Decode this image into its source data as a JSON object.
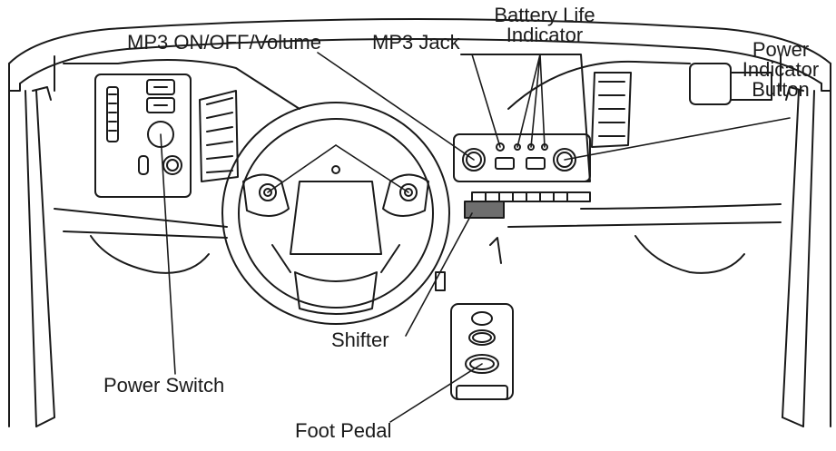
{
  "labels": {
    "mp3_on_off_volume": "MP3 ON/OFF/Volume",
    "mp3_jack": "MP3 Jack",
    "battery_life_line1": "Battery Life",
    "battery_life_line2": "Indicator",
    "power_indicator_line1": "Power",
    "power_indicator_line2": "Indicator",
    "power_indicator_line3": "Button",
    "shifter": "Shifter",
    "power_switch": "Power Switch",
    "foot_pedal": "Foot Pedal"
  },
  "colors": {
    "ink": "#1a1a1a",
    "shifter_fill": "#6e6e6e",
    "background": "#ffffff"
  }
}
